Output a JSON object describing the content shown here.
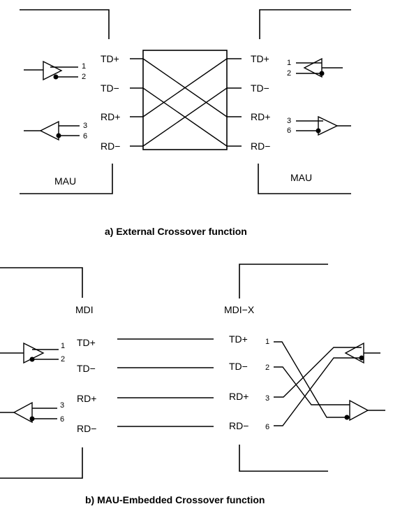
{
  "diagram_a": {
    "caption": "a) External Crossover function",
    "left_box_label": "MAU",
    "right_box_label": "MAU",
    "left_signals": [
      "TD+",
      "TD−",
      "RD+",
      "RD−"
    ],
    "right_signals": [
      "TD+",
      "TD−",
      "RD+",
      "RD−"
    ],
    "left_pins": [
      "1",
      "2",
      "3",
      "6"
    ],
    "right_pins": [
      "1",
      "2",
      "3",
      "6"
    ]
  },
  "diagram_b": {
    "caption": "b) MAU-Embedded Crossover function",
    "left_label": "MDI",
    "right_label": "MDI−X",
    "left_signals": [
      "TD+",
      "TD−",
      "RD+",
      "RD−"
    ],
    "right_signals": [
      "TD+",
      "TD−",
      "RD+",
      "RD−"
    ],
    "left_pins": [
      "1",
      "2",
      "3",
      "6"
    ],
    "right_pins": [
      "1",
      "2",
      "3",
      "6"
    ]
  }
}
